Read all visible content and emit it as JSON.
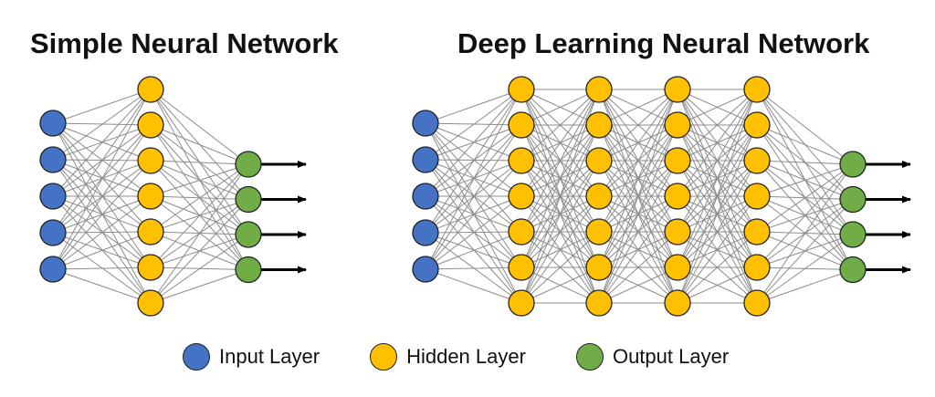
{
  "titles": {
    "simple": "Simple Neural Network",
    "deep": "Deep Learning Neural Network"
  },
  "colors": {
    "input": "#4472c4",
    "hidden": "#ffc000",
    "output": "#70ad47",
    "edge": "#8c8c8c",
    "arrow": "#000000"
  },
  "networks": [
    {
      "name": "simple",
      "layers": [
        5,
        7,
        4
      ]
    },
    {
      "name": "deep",
      "layers": [
        5,
        7,
        7,
        7,
        7,
        4
      ]
    }
  ],
  "legend": [
    {
      "key": "input",
      "label": "Input Layer",
      "icon": "blue-circle"
    },
    {
      "key": "hidden",
      "label": "Hidden Layer",
      "icon": "yellow-circle"
    },
    {
      "key": "output",
      "label": "Output Layer",
      "icon": "green-circle"
    }
  ]
}
